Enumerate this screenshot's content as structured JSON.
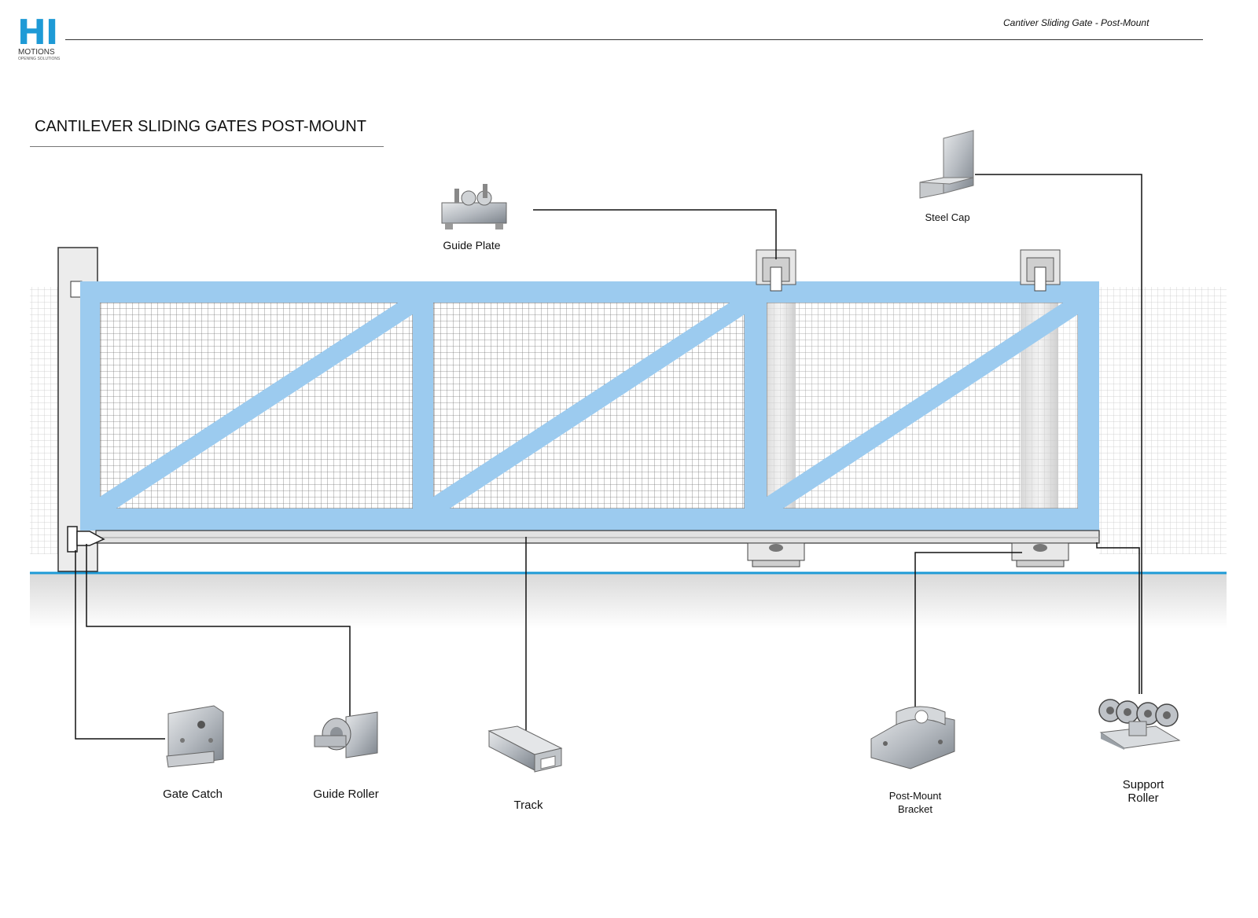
{
  "header": {
    "logo_text": "HI",
    "logo_subtext": "MOTIONS",
    "logo_tagline": "OPENING SOLUTIONS",
    "document_title": "Cantiver Sliding Gate - Post-Mount"
  },
  "main": {
    "title": "CANTILEVER SLIDING GATES POST-MOUNT"
  },
  "colors": {
    "brand": "#1e9ad6",
    "gate_frame": "#9ccbef",
    "ground_line": "#1e9ad6"
  },
  "components": [
    {
      "id": "guide-plate",
      "label": "Guide Plate"
    },
    {
      "id": "steel-cap",
      "label": "Steel Cap"
    },
    {
      "id": "gate-catch",
      "label": "Gate Catch"
    },
    {
      "id": "guide-roller",
      "label": "Guide Roller"
    },
    {
      "id": "track",
      "label": "Track"
    },
    {
      "id": "post-mount-bracket",
      "label": "Post-Mount Bracket",
      "lines": [
        "Post-Mount",
        "Bracket"
      ]
    },
    {
      "id": "support-roller",
      "label": "Support Roller",
      "lines": [
        "Support",
        "Roller"
      ]
    }
  ]
}
